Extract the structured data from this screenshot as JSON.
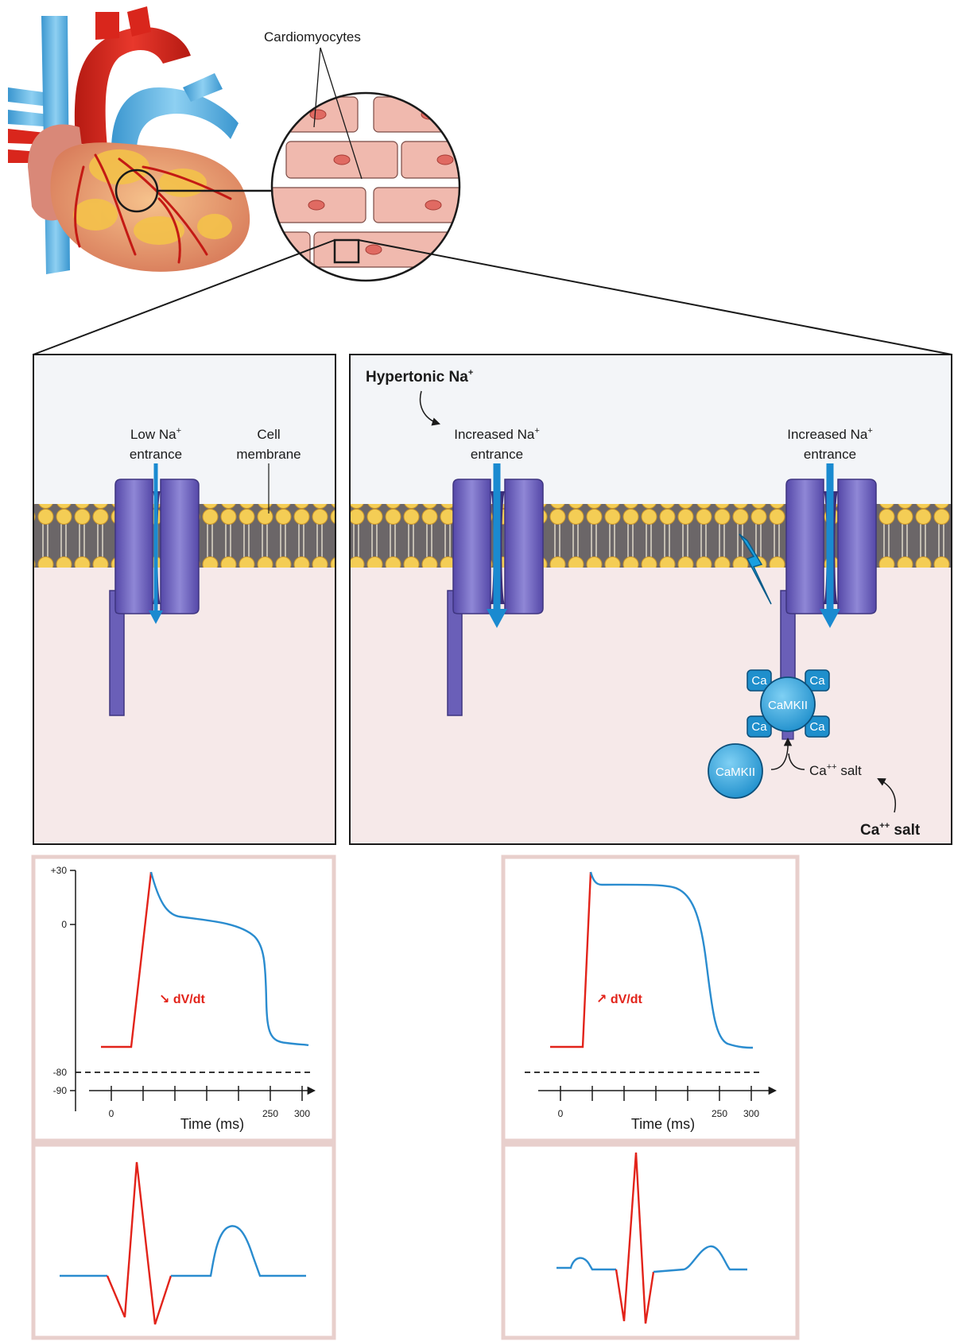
{
  "figure": {
    "cardiomyocytes_label": "Cardiomyocytes",
    "left_panel": {
      "flow_label_line1": "Low Na",
      "flow_label_line2": "entrance",
      "membrane_label_line1": "Cell",
      "membrane_label_line2": "membrane"
    },
    "right_panel": {
      "hypertonic_label": "Hypertonic Na",
      "channel1_label_line1": "Increased  Na",
      "channel1_label_line2": "entrance",
      "channel2_label_line1": "Increased  Na",
      "channel2_label_line2": "entrance",
      "camkii_bound": "CaMKII",
      "ca_site": "Ca",
      "camkii_free": "CaMKII",
      "ca_salt_small": "Ca",
      "ca_salt_small_rest": " salt",
      "ca_salt_bold": "Ca",
      "ca_salt_bold_rest": " salt",
      "sup_plus": "+",
      "sup_plusplus": "++"
    },
    "ap_left": {
      "dvdt_label": "↘ dV/dt",
      "y_ticks": [
        "+30",
        "0",
        "-80",
        "-90"
      ],
      "x_ticks": [
        "0",
        "250",
        "300"
      ],
      "x_label": "Time (ms)"
    },
    "ap_right": {
      "dvdt_label": "↗ dV/dt",
      "x_ticks": [
        "0",
        "250",
        "300"
      ],
      "x_label": "Time (ms)"
    },
    "colors": {
      "aorta_red": "#d9261c",
      "vein_blue": "#5bb3e0",
      "channel_purple": "#6a5fb8",
      "arrow_blue": "#1a8ad0",
      "lipid_yellow": "#f2c84b",
      "intracellular": "#f6e9e9",
      "extracellular": "#f3f5f8",
      "graph_border": "#e8cfcc",
      "trace_red": "#e2231a",
      "trace_blue": "#2a8ccf"
    }
  }
}
